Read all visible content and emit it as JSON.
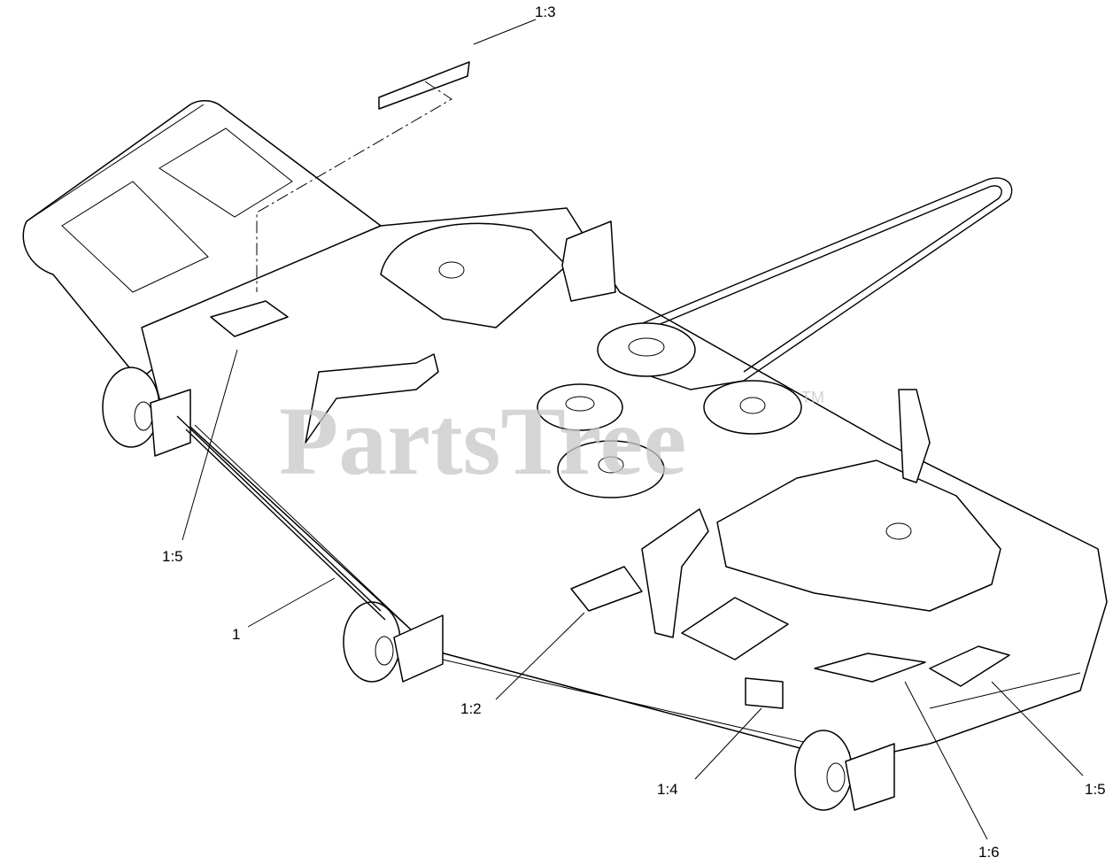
{
  "watermark": {
    "text": "PartsTree",
    "trademark": "TM"
  },
  "callouts": [
    {
      "id": "c1",
      "label": "1"
    },
    {
      "id": "c2",
      "label": "1:2"
    },
    {
      "id": "c3",
      "label": "1:3"
    },
    {
      "id": "c4",
      "label": "1:4"
    },
    {
      "id": "c5a",
      "label": "1:5"
    },
    {
      "id": "c5b",
      "label": "1:5"
    },
    {
      "id": "c6",
      "label": "1:6"
    }
  ],
  "colors": {
    "line": "#000000",
    "background": "#ffffff",
    "watermark": "#c8c8c8"
  }
}
